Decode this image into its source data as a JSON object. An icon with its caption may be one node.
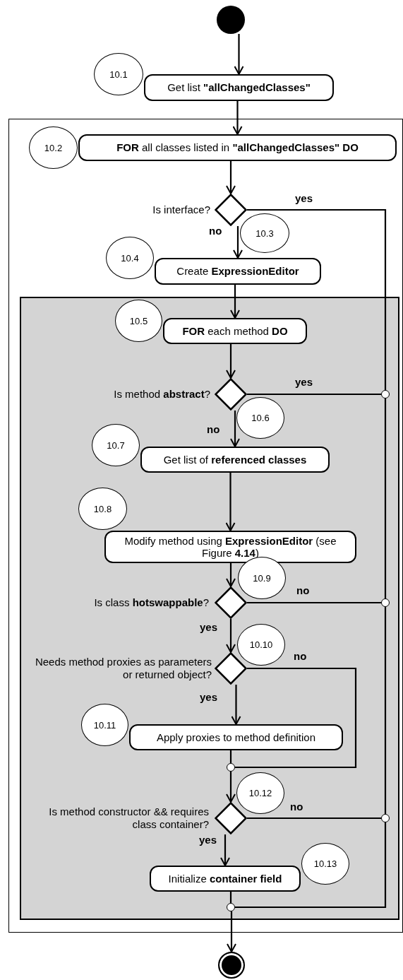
{
  "diagram": {
    "nodes": [
      {
        "text": [],
        "shape": "circle"
      },
      {
        "text": [
          "10.1"
        ]
      },
      {
        "text": [
          "Get list **\"allChangedClasses\"**"
        ]
      },
      {
        "text": [],
        "shape": "box"
      },
      {
        "text": [
          "10.2"
        ],
        "in": 3
      },
      {
        "text": [
          "**FOR** all classes listed in **\"allChangedClasses\" DO**"
        ],
        "in": 3
      },
      {
        "text": [],
        "shape": "diamond",
        "beside": [
          "Is interface?"
        ],
        "in": 3
      },
      {
        "text": [
          "10.3"
        ],
        "in": 3
      },
      {
        "text": [
          "10.4"
        ],
        "in": 3
      },
      {
        "text": [
          "Create **ExpressionEditor**"
        ],
        "in": 3
      },
      {
        "text": [],
        "shape": "box",
        "in": 3
      },
      {
        "text": [
          "10.5"
        ],
        "in": 10
      },
      {
        "text": [
          "**FOR** each method **DO**"
        ],
        "in": 10
      },
      {
        "text": [],
        "shape": "diamond",
        "beside": [
          "Is method **abstract**?"
        ],
        "in": 10
      },
      {
        "text": [],
        "shape": "circle",
        "in": 10
      },
      {
        "text": [
          "10.6"
        ],
        "in": 10
      },
      {
        "text": [
          "10.7"
        ],
        "in": 10
      },
      {
        "text": [
          "Get list of **referenced classes**"
        ],
        "in": 10
      },
      {
        "text": [
          "10.8"
        ],
        "in": 10
      },
      {
        "text": [
          "Modify method using **ExpressionEditor** (see Figure **4.14**)"
        ],
        "in": 10
      },
      {
        "text": [
          "10.9"
        ],
        "in": 10
      },
      {
        "text": [],
        "shape": "diamond",
        "beside": [
          "Is class **hotswappable**?"
        ],
        "in": 10
      },
      {
        "text": [],
        "shape": "circle",
        "in": 10
      },
      {
        "text": [
          "10.10"
        ],
        "in": 10
      },
      {
        "text": [],
        "shape": "diamond",
        "beside": [
          "Needs method proxies as parameters or returned object?"
        ],
        "in": 10
      },
      {
        "text": [
          "10.11"
        ],
        "in": 10
      },
      {
        "text": [
          "Apply proxies to method definition"
        ],
        "in": 10
      },
      {
        "text": [],
        "shape": "circle",
        "in": 10
      },
      {
        "text": [
          "10.12"
        ],
        "in": 10
      },
      {
        "text": [],
        "shape": "diamond",
        "beside": [
          "Is method constructor && requires class container?"
        ],
        "in": 10
      },
      {
        "text": [],
        "shape": "circle",
        "in": 10
      },
      {
        "text": [
          "10.13"
        ],
        "in": 10
      },
      {
        "text": [
          "Initialize **container field**"
        ],
        "in": 10
      },
      {
        "text": [],
        "shape": "circle",
        "in": 10
      },
      {
        "text": [],
        "shape": "circle"
      }
    ],
    "edges": [
      {
        "from": 0,
        "to": 2,
        "arrow": "to"
      },
      {
        "from": 2,
        "to": 5,
        "arrow": "to"
      },
      {
        "from": 5,
        "to": 6,
        "arrow": "to"
      },
      {
        "from": 6,
        "to": 9,
        "arrow": "to",
        "label": "no"
      },
      {
        "from": 6,
        "to": 14,
        "arrow": "none",
        "label": "yes"
      },
      {
        "from": 9,
        "to": 12,
        "arrow": "to"
      },
      {
        "from": 12,
        "to": 13,
        "arrow": "to"
      },
      {
        "from": 13,
        "to": 17,
        "arrow": "to",
        "label": "no"
      },
      {
        "from": 13,
        "to": 14,
        "arrow": "none",
        "label": "yes"
      },
      {
        "from": 14,
        "to": 22,
        "arrow": "none"
      },
      {
        "from": 17,
        "to": 19,
        "arrow": "to"
      },
      {
        "from": 19,
        "to": 21,
        "arrow": "to"
      },
      {
        "from": 21,
        "to": 24,
        "arrow": "to",
        "label": "yes"
      },
      {
        "from": 21,
        "to": 22,
        "arrow": "none",
        "label": "no"
      },
      {
        "from": 22,
        "to": 30,
        "arrow": "none"
      },
      {
        "from": 24,
        "to": 26,
        "arrow": "to",
        "label": "yes"
      },
      {
        "from": 24,
        "to": 27,
        "arrow": "none",
        "label": "no"
      },
      {
        "from": 26,
        "to": 27,
        "arrow": "none"
      },
      {
        "from": 27,
        "to": 29,
        "arrow": "to"
      },
      {
        "from": 29,
        "to": 32,
        "arrow": "to",
        "label": "yes"
      },
      {
        "from": 29,
        "to": 30,
        "arrow": "none",
        "label": "no"
      },
      {
        "from": 30,
        "to": 33,
        "arrow": "none"
      },
      {
        "from": 32,
        "to": 33,
        "arrow": "none"
      },
      {
        "from": 33,
        "to": 34,
        "arrow": "to"
      }
    ]
  }
}
